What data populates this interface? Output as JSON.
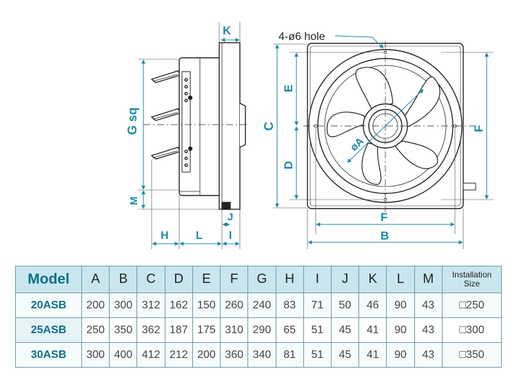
{
  "dimension_labels": {
    "k": "K",
    "hole": "4-ø6 hole",
    "g": "G sq",
    "c": "C",
    "e": "E",
    "d": "D",
    "f_right": "F",
    "f_bottom": "F",
    "b": "B",
    "m": "M",
    "j": "J",
    "h": "H",
    "l": "L",
    "i": "I",
    "diameter": "øA"
  },
  "colors": {
    "dimension": "#1e8aa6",
    "outline": "#222222",
    "table_header": "#c9e6ee",
    "table_border": "#6a9aa8"
  },
  "table": {
    "headers": [
      "Model",
      "A",
      "B",
      "C",
      "D",
      "E",
      "F",
      "G",
      "H",
      "I",
      "J",
      "K",
      "L",
      "M"
    ],
    "installation_header": [
      "Installation",
      "Size"
    ],
    "rows": [
      [
        "20ASB",
        "200",
        "300",
        "312",
        "162",
        "150",
        "260",
        "240",
        "83",
        "71",
        "50",
        "46",
        "90",
        "43",
        "□250"
      ],
      [
        "25ASB",
        "250",
        "350",
        "362",
        "187",
        "175",
        "310",
        "290",
        "65",
        "51",
        "45",
        "41",
        "90",
        "43",
        "□300"
      ],
      [
        "30ASB",
        "300",
        "400",
        "412",
        "212",
        "200",
        "360",
        "340",
        "81",
        "51",
        "45",
        "41",
        "90",
        "43",
        "□350"
      ]
    ]
  }
}
